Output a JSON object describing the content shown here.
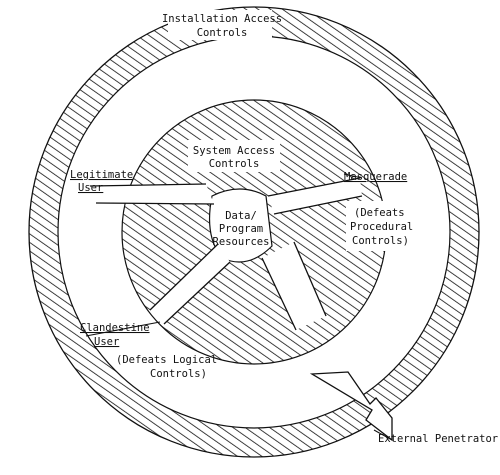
{
  "labels": {
    "installation": [
      "Installation Access",
      "Controls"
    ],
    "system": [
      "System Access",
      "Controls"
    ],
    "core": [
      "Data/",
      "Program",
      "Resources"
    ],
    "legitimate": [
      "Legitimate",
      "User"
    ],
    "masquerade": "Masquerade",
    "masquerade_note": [
      "(Defeats",
      "Procedural",
      "Controls)"
    ],
    "clandestine": [
      "Clandestine",
      "User"
    ],
    "clandestine_note": [
      "(Defeats Logical",
      "Controls)"
    ],
    "external": "External Penetrator"
  },
  "colors": {
    "ink": "#111111",
    "paper": "#ffffff"
  }
}
